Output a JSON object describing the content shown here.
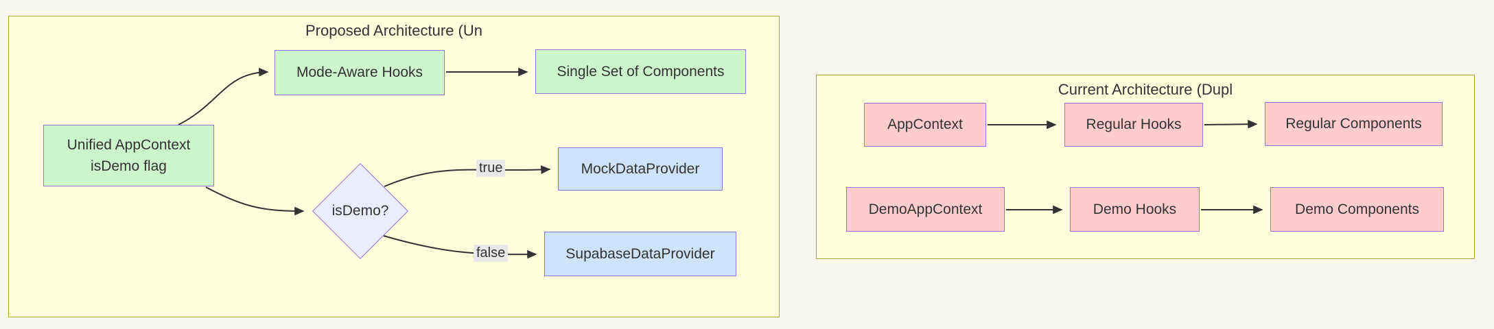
{
  "colors": {
    "page_bg": "#f9f9f2",
    "subgraph_fill": "#ffffde",
    "subgraph_stroke": "#aaaa33",
    "green_node_fill": "#ccf5cc",
    "blue_node_fill": "#cce3fa",
    "pink_node_fill": "#ffcccc",
    "lavender_node_fill": "#ececff",
    "node_stroke": "#9370DB",
    "edge_color": "#333333",
    "edge_label_bg": "#e8e8e8"
  },
  "left_subgraph": {
    "title": "Proposed Architecture (Un",
    "nodes": {
      "unified": {
        "line1": "Unified AppContext",
        "line2": "isDemo flag"
      },
      "mode_aware": {
        "label": "Mode-Aware Hooks"
      },
      "single_set": {
        "label": "Single Set of Components"
      },
      "is_demo": {
        "label": "isDemo?"
      },
      "mock": {
        "label": "MockDataProvider"
      },
      "supabase": {
        "label": "SupabaseDataProvider"
      }
    },
    "edges": [
      {
        "from": "Unified AppContext isDemo flag",
        "to": "Mode-Aware Hooks",
        "label": ""
      },
      {
        "from": "Mode-Aware Hooks",
        "to": "Single Set of Components",
        "label": ""
      },
      {
        "from": "Unified AppContext isDemo flag",
        "to": "isDemo?",
        "label": ""
      },
      {
        "from": "isDemo?",
        "to": "MockDataProvider",
        "label": "true"
      },
      {
        "from": "isDemo?",
        "to": "SupabaseDataProvider",
        "label": "false"
      }
    ]
  },
  "right_subgraph": {
    "title": "Current Architecture (Dupl",
    "nodes": {
      "app_context": {
        "label": "AppContext"
      },
      "regular_hooks": {
        "label": "Regular Hooks"
      },
      "regular_components": {
        "label": "Regular Components"
      },
      "demo_app_context": {
        "label": "DemoAppContext"
      },
      "demo_hooks": {
        "label": "Demo Hooks"
      },
      "demo_components": {
        "label": "Demo Components"
      }
    },
    "edges": [
      {
        "from": "AppContext",
        "to": "Regular Hooks",
        "label": ""
      },
      {
        "from": "Regular Hooks",
        "to": "Regular Components",
        "label": ""
      },
      {
        "from": "DemoAppContext",
        "to": "Demo Hooks",
        "label": ""
      },
      {
        "from": "Demo Hooks",
        "to": "Demo Components",
        "label": ""
      }
    ]
  }
}
